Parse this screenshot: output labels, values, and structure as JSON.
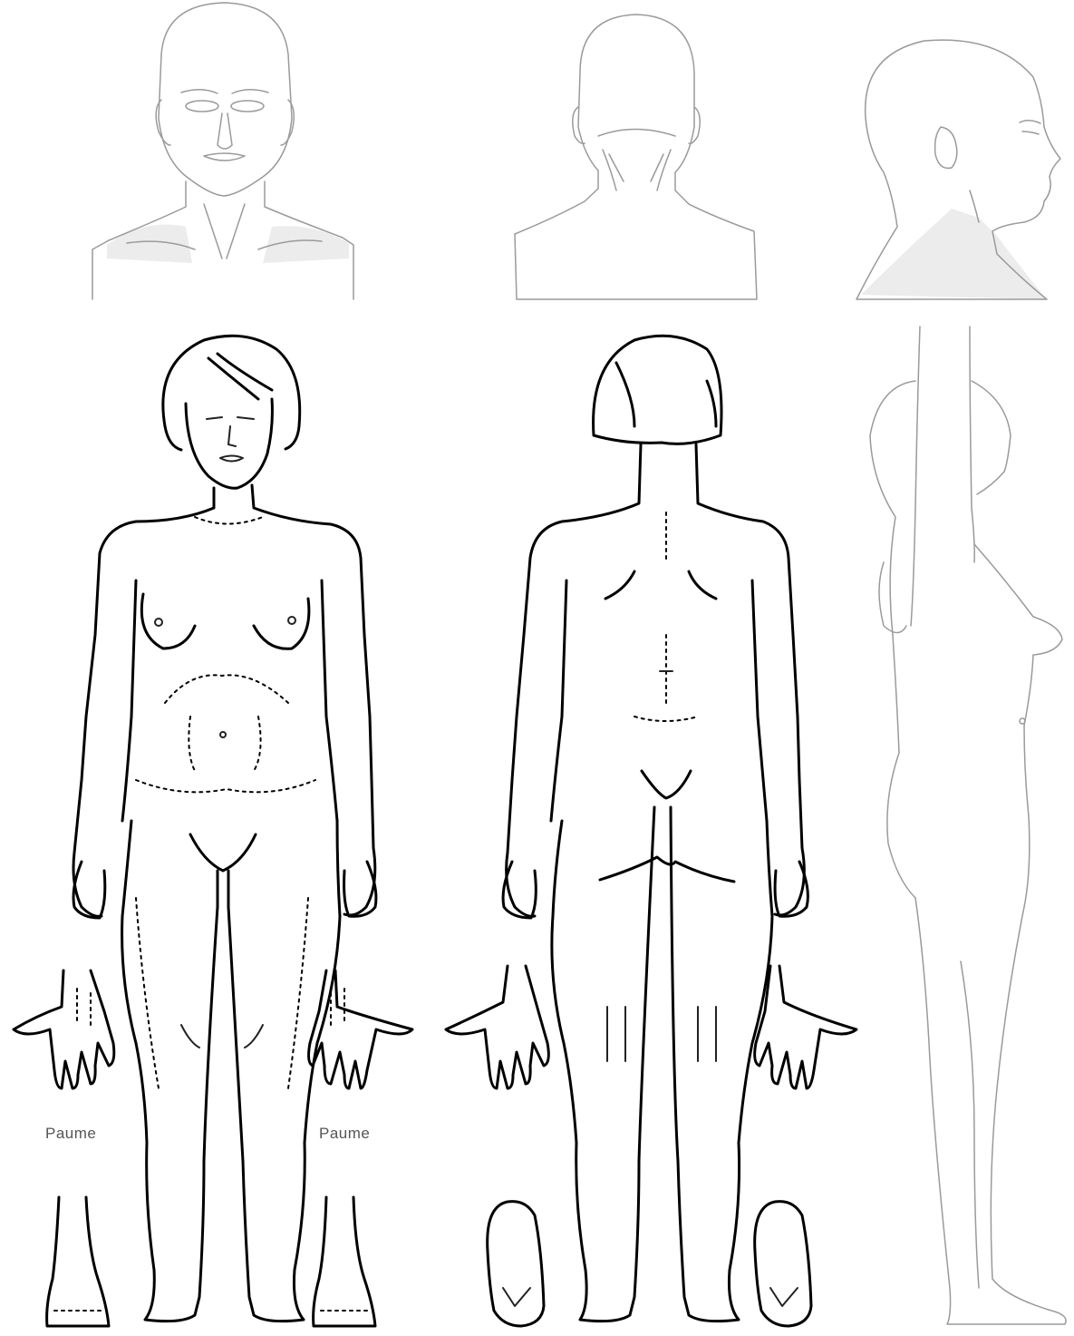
{
  "labels": {
    "palm_left": "Paume",
    "palm_right": "Paume"
  },
  "figures": [
    "head-front",
    "head-back",
    "head-profile",
    "body-front",
    "body-back",
    "body-profile",
    "hands",
    "feet"
  ]
}
